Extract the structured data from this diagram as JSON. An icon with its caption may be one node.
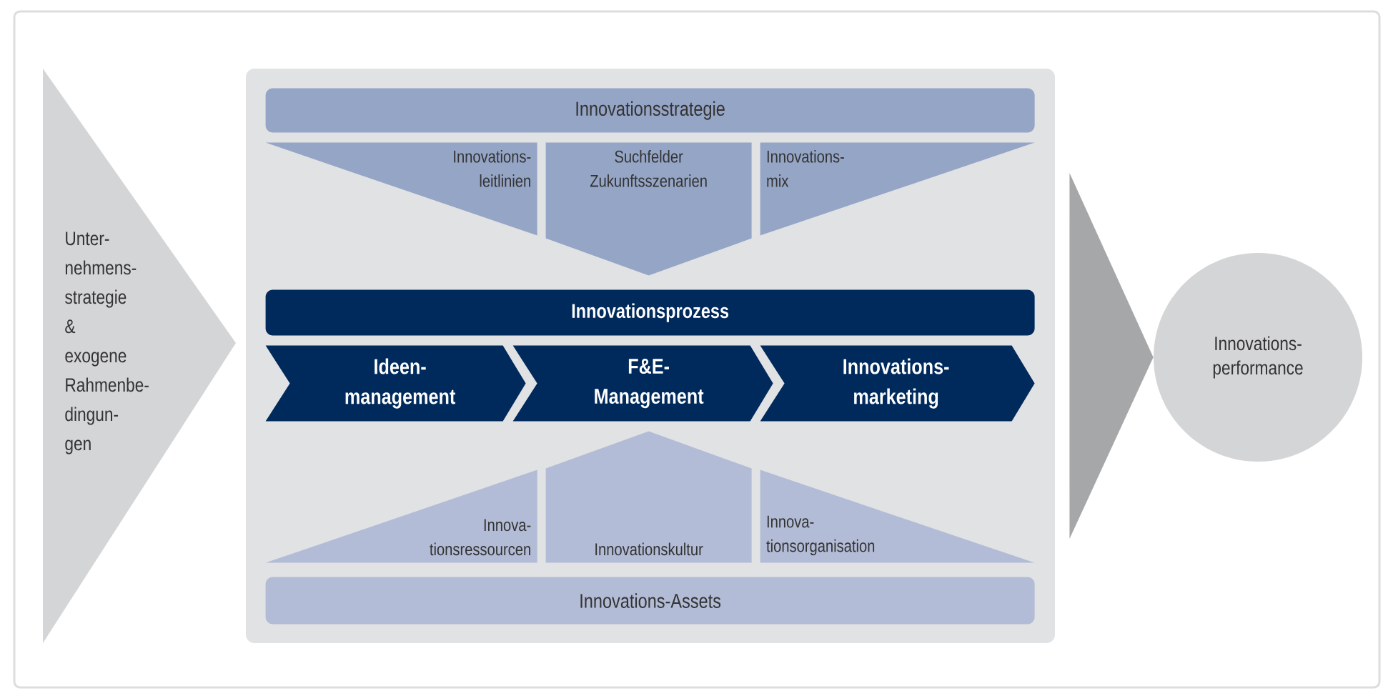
{
  "diagram": {
    "nodes": [
      {
        "text": [
          "Unter- nehmens- strategie & exogene Rahmenbe- dingun- gen"
        ]
      },
      {
        "text": [],
        "shape": "box"
      },
      {
        "text": [
          "Innovationsstrategie"
        ],
        "in": 1
      },
      {
        "text": [
          "Innovations- leitlinien"
        ],
        "in": 1
      },
      {
        "text": [
          "Suchfelder Zukunftsszenarien"
        ],
        "in": 1
      },
      {
        "text": [
          "Innovations- mix"
        ],
        "in": 1
      },
      {
        "text": [
          "Innovationsprozess"
        ],
        "in": 1
      },
      {
        "text": [
          "Ideen- management"
        ],
        "in": 1
      },
      {
        "text": [
          "F&E- Management"
        ],
        "in": 1
      },
      {
        "text": [
          "Innovations- marketing"
        ],
        "in": 1
      },
      {
        "text": [
          "Innova- tionsressourcen"
        ],
        "in": 1
      },
      {
        "text": [
          "Innovationskultur"
        ],
        "in": 1
      },
      {
        "text": [
          "Innova- tionsorganisation"
        ],
        "in": 1
      },
      {
        "text": [
          "Innovations-Assets"
        ],
        "in": 1
      },
      {
        "text": [
          "Innovations- performance"
        ]
      }
    ],
    "edges": [
      {
        "from": 1,
        "to": 14,
        "arrow": "to"
      }
    ]
  }
}
